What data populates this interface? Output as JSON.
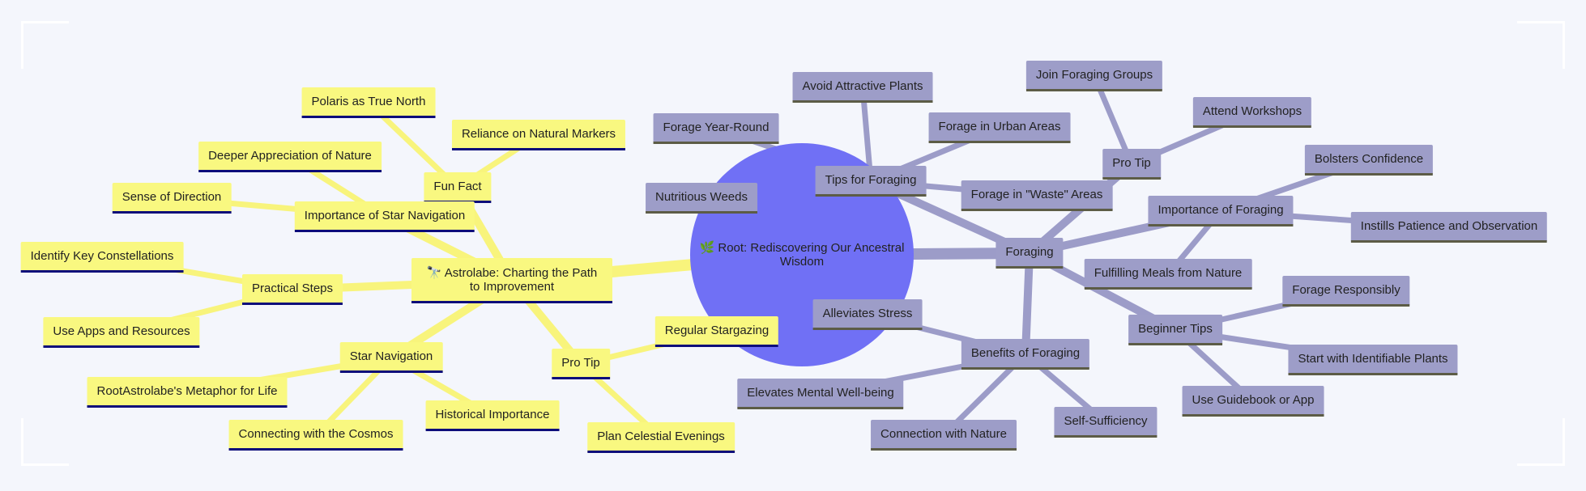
{
  "colors": {
    "background": "#f4f6fc",
    "root_fill": "#7070f5",
    "astrolabe_branch_fill": "#f9f880",
    "astrolabe_branch_line": "#0d0d7a",
    "astrolabe_link": "#f8f47c",
    "foraging_branch_fill": "#9d9dc8",
    "foraging_branch_line": "#5c5c46",
    "foraging_link": "#9c9cc8"
  },
  "root": {
    "label": "🌿 Root: Rediscovering Our Ancestral Wisdom"
  },
  "astrolabe": {
    "label": "🔭 Astrolabe: Charting the Path to Improvement",
    "fun_fact": {
      "label": "Fun Fact",
      "items": [
        "Polaris as True North",
        "Reliance on Natural Markers"
      ]
    },
    "importance": {
      "label": "Importance of Star Navigation",
      "items": [
        "Deeper Appreciation of Nature",
        "Sense of Direction"
      ]
    },
    "practical_steps": {
      "label": "Practical Steps",
      "items": [
        "Identify Key Constellations",
        "Use Apps and Resources"
      ]
    },
    "star_navigation": {
      "label": "Star Navigation",
      "items": [
        "RootAstrolabe's Metaphor for Life",
        "Connecting with the Cosmos",
        "Historical Importance"
      ]
    },
    "pro_tip": {
      "label": "Pro Tip",
      "items": [
        "Regular Stargazing",
        "Plan Celestial Evenings"
      ]
    }
  },
  "foraging": {
    "label": "Foraging",
    "tips": {
      "label": "Tips for Foraging",
      "items": [
        "Forage Year-Round",
        "Avoid Attractive Plants",
        "Forage in Urban Areas",
        "Nutritious Weeds",
        "Forage in \"Waste\" Areas"
      ]
    },
    "pro_tip": {
      "label": "Pro Tip",
      "items": [
        "Join Foraging Groups",
        "Attend Workshops"
      ]
    },
    "importance": {
      "label": "Importance of Foraging",
      "items": [
        "Bolsters Confidence",
        "Instills Patience and Observation",
        "Fulfilling Meals from Nature"
      ]
    },
    "beginner_tips": {
      "label": "Beginner Tips",
      "items": [
        "Forage Responsibly",
        "Start with Identifiable Plants",
        "Use Guidebook or App"
      ]
    },
    "benefits": {
      "label": "Benefits of Foraging",
      "items": [
        "Alleviates Stress",
        "Elevates Mental Well-being",
        "Connection with Nature",
        "Self-Sufficiency"
      ]
    }
  }
}
